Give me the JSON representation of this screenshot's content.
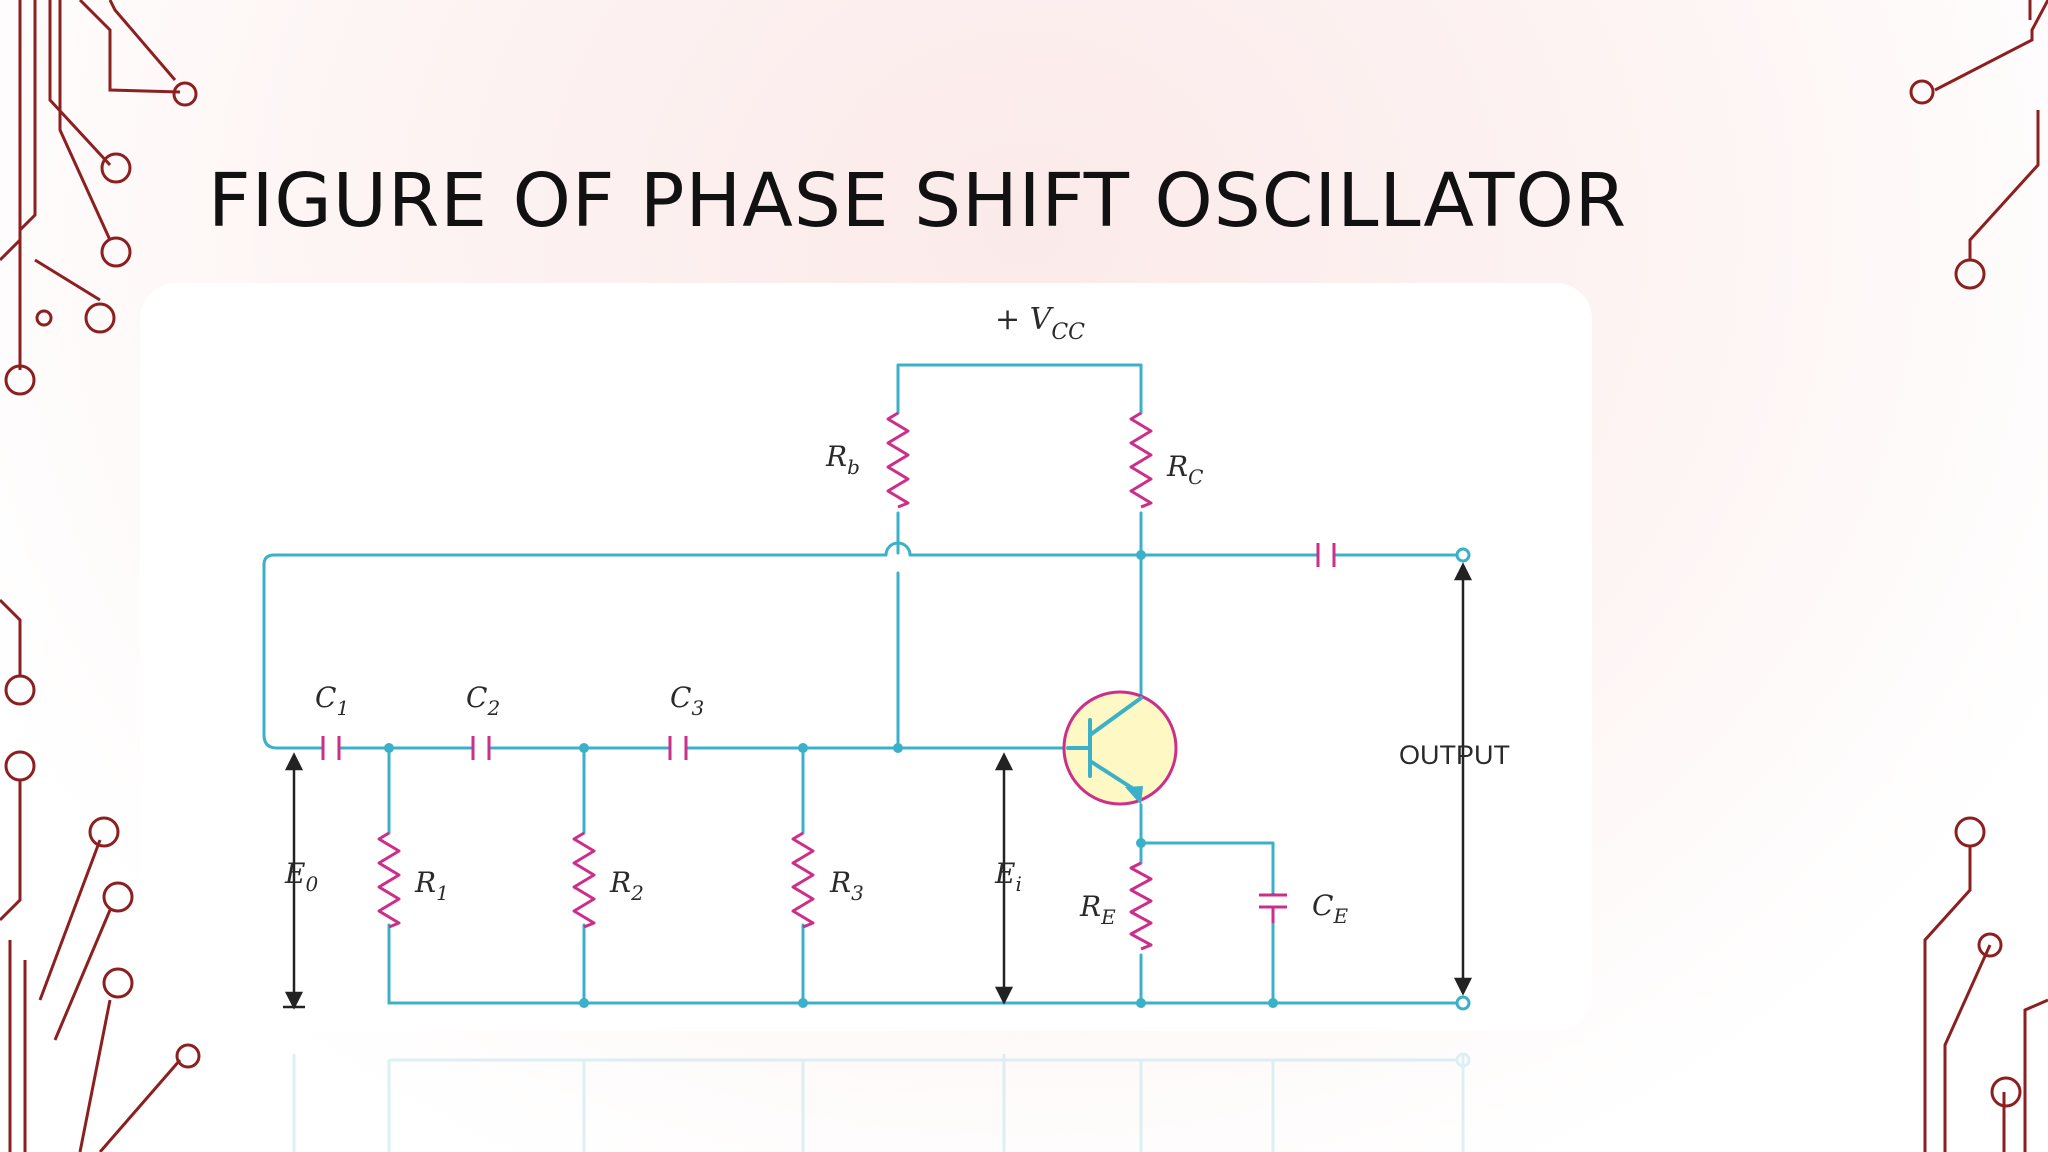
{
  "slide": {
    "title": "FIGURE OF PHASE SHIFT OSCILLATOR"
  },
  "diagram": {
    "supply_label": "+ V",
    "supply_sub": "CC",
    "components": {
      "Rb": {
        "main": "R",
        "sub": "b"
      },
      "RC": {
        "main": "R",
        "sub": "C"
      },
      "C1": {
        "main": "C",
        "sub": "1"
      },
      "C2": {
        "main": "C",
        "sub": "2"
      },
      "C3": {
        "main": "C",
        "sub": "3"
      },
      "R1": {
        "main": "R",
        "sub": "1"
      },
      "R2": {
        "main": "R",
        "sub": "2"
      },
      "R3": {
        "main": "R",
        "sub": "3"
      },
      "RE": {
        "main": "R",
        "sub": "E"
      },
      "CE": {
        "main": "C",
        "sub": "E"
      }
    },
    "voltages": {
      "E0": {
        "main": "E",
        "sub": "0"
      },
      "Ei": {
        "main": "E",
        "sub": "i"
      }
    },
    "output_label": "OUTPUT",
    "colors": {
      "wire": "#3bb0c9",
      "component": "#cc2e8a",
      "transistor_fill": "#fdf8c4",
      "decor": "#8c1f1f"
    }
  }
}
